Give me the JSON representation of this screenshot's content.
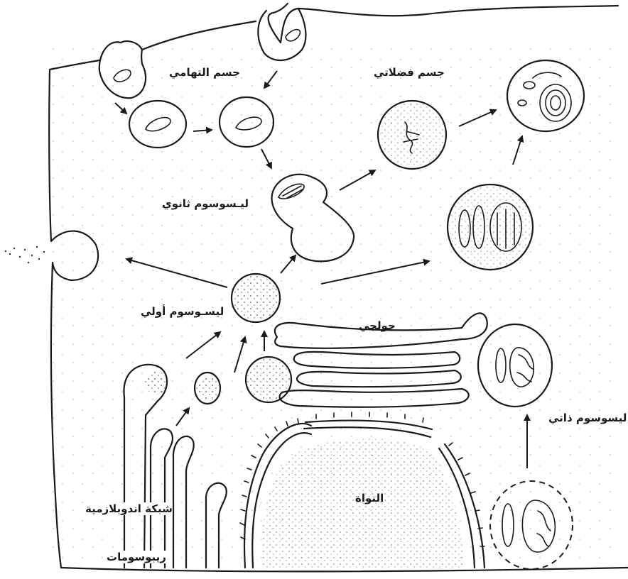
{
  "labels": {
    "phagosome": "جسم التهامي",
    "residual_body": "جسم فضلاتي",
    "secondary_lysosome": "ليـسوسوم ثانوي",
    "primary_lysosome": "ليسـوسوم أولي",
    "golgi": "جولجي",
    "autolysosome": "ليسوسوم ذاتي",
    "nucleus": "النواة",
    "endoplasmic_reticulum": "شبكة اندوبلازمية",
    "ribosomes": "ريبوسومات"
  }
}
